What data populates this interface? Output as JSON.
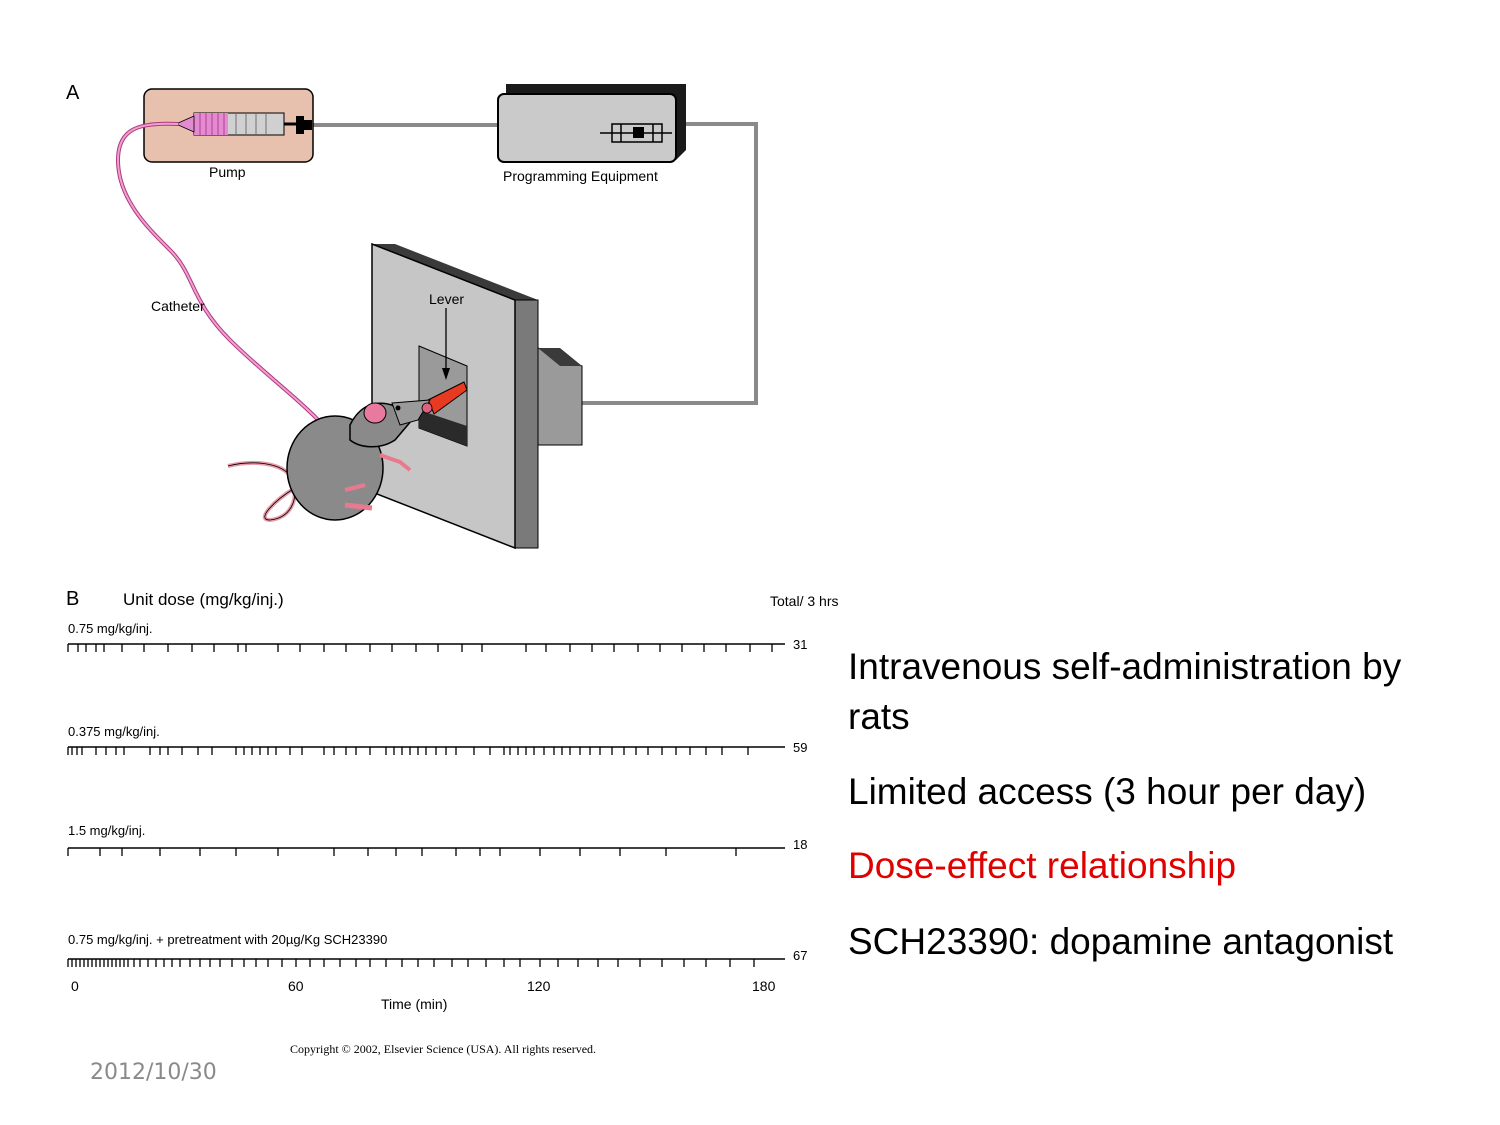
{
  "panel_a": {
    "label": "A",
    "pump_label": "Pump",
    "programming_label": "Programming Equipment",
    "catheter_label": "Catheter",
    "lever_label": "Lever"
  },
  "panel_b": {
    "label": "B",
    "title": "Unit dose (mg/kg/inj.)",
    "total_header": "Total/ 3 hrs",
    "x_ticks": [
      "0",
      "60",
      "120",
      "180"
    ],
    "x_label": "Time (min)",
    "rows": [
      {
        "label": "0.75 mg/kg/inj.",
        "total": "31"
      },
      {
        "label": "0.375 mg/kg/inj.",
        "total": "59"
      },
      {
        "label": "1.5 mg/kg/inj.",
        "total": "18"
      },
      {
        "label": "0.75 mg/kg/inj.  + pretreatment with 20µg/Kg SCH23390",
        "total": "67"
      }
    ]
  },
  "copyright": "Copyright © 2002, Elsevier Science (USA). All rights reserved.",
  "bullets": {
    "b1_line1": "Intravenous self-administration by",
    "b1_line2": "rats",
    "b2": "Limited access (3 hour per day)",
    "b3": "Dose-effect relationship",
    "b4": "SCH23390: dopamine antagonist"
  },
  "date": "2012/10/30",
  "colors": {
    "pump_fill": "#e8c0ae",
    "catheter": "#e070b0",
    "device_gray": "#c8c8c8",
    "lever": "#e83a20",
    "highlight_red": "#e00000"
  }
}
